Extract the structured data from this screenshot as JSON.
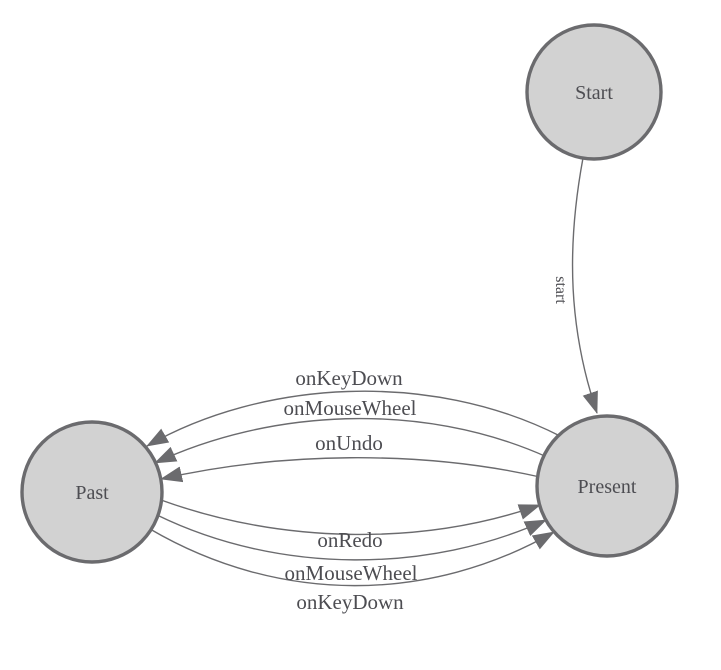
{
  "diagram": {
    "type": "state-machine",
    "colors": {
      "background": "#ffffff",
      "node_fill": "#d2d2d2",
      "node_stroke": "#6b6b6e",
      "edge_stroke": "#6b6b6e",
      "arrowhead": "#6b6b6e",
      "text": "#4d4d52"
    },
    "nodes": [
      {
        "id": "start",
        "label": "Start"
      },
      {
        "id": "present",
        "label": "Present"
      },
      {
        "id": "past",
        "label": "Past"
      }
    ],
    "edges": [
      {
        "from": "start",
        "to": "present",
        "label": "start"
      },
      {
        "from": "present",
        "to": "past",
        "label": "onKeyDown"
      },
      {
        "from": "present",
        "to": "past",
        "label": "onMouseWheel"
      },
      {
        "from": "present",
        "to": "past",
        "label": "onUndo"
      },
      {
        "from": "past",
        "to": "present",
        "label": "onRedo"
      },
      {
        "from": "past",
        "to": "present",
        "label": "onMouseWheel"
      },
      {
        "from": "past",
        "to": "present",
        "label": "onKeyDown"
      }
    ]
  }
}
